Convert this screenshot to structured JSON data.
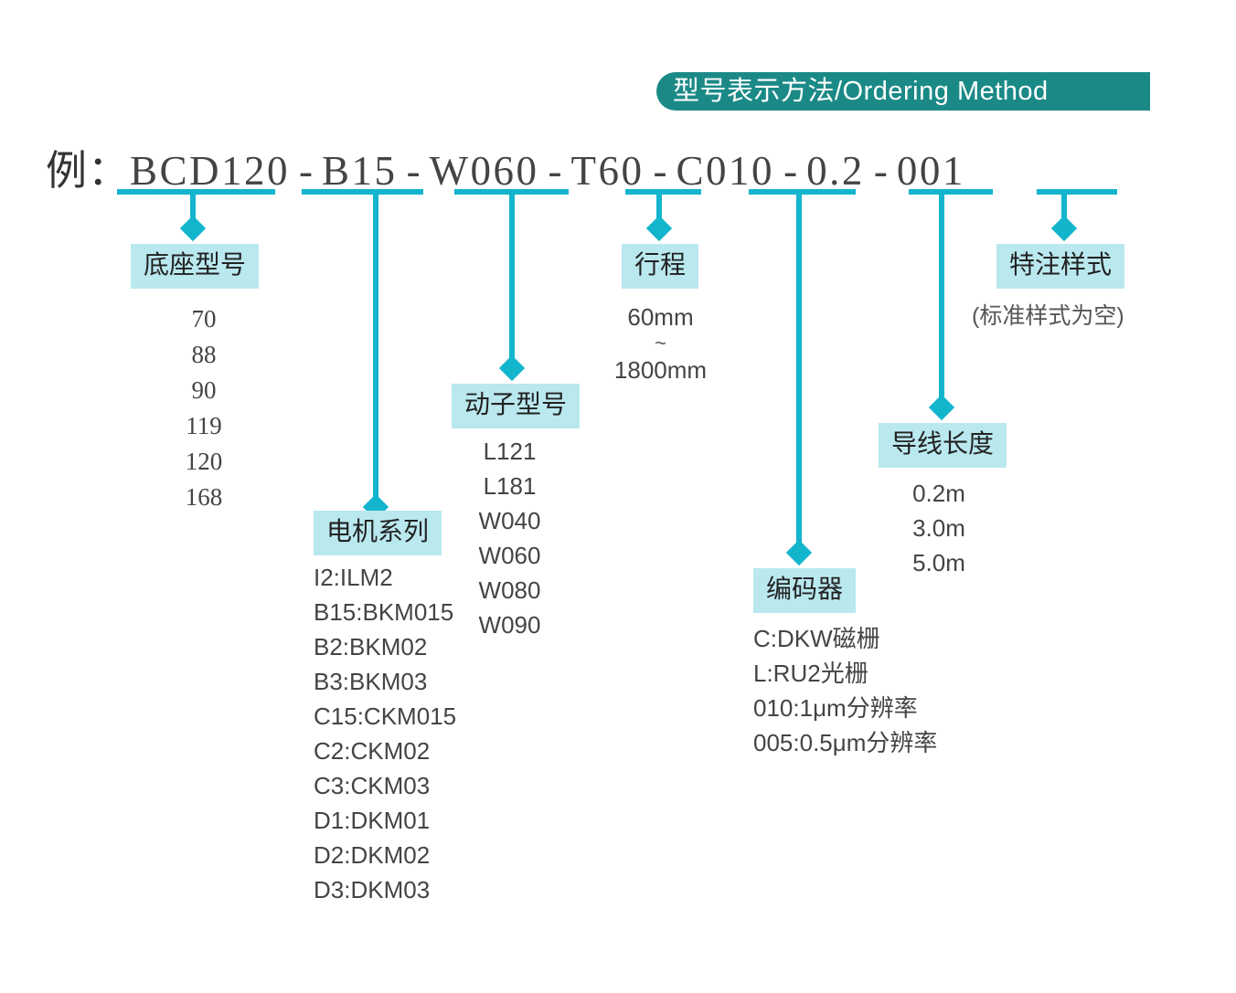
{
  "header": {
    "title": "型号表示方法/Ordering Method",
    "pill_color": "#1b8a87",
    "text_color": "#ffffff"
  },
  "theme": {
    "accent": "#12b5cc",
    "chip_bg": "#bae8ef",
    "text": "#444444"
  },
  "model_example": {
    "prefix": "例：",
    "separator": "-",
    "segments": [
      {
        "code": "BCD120",
        "field": "base-model"
      },
      {
        "code": "B15",
        "field": "motor-series"
      },
      {
        "code": "W060",
        "field": "mover-model"
      },
      {
        "code": "T60",
        "field": "stroke"
      },
      {
        "code": "C010",
        "field": "encoder"
      },
      {
        "code": "0.2",
        "field": "wire-length"
      },
      {
        "code": "001",
        "field": "special-style"
      }
    ]
  },
  "groups": {
    "base_model": {
      "label": "底座型号",
      "options": [
        "70",
        "88",
        "90",
        "119",
        "120",
        "168"
      ]
    },
    "motor_series": {
      "label": "电机系列",
      "options": [
        "I2:ILM2",
        "B15:BKM015",
        "B2:BKM02",
        "B3:BKM03",
        "C15:CKM015",
        "C2:CKM02",
        "C3:CKM03",
        "D1:DKM01",
        "D2:DKM02",
        "D3:DKM03"
      ]
    },
    "mover_model": {
      "label": "动子型号",
      "options": [
        "L121",
        "L181",
        "W040",
        "W060",
        "W080",
        "W090"
      ]
    },
    "stroke": {
      "label": "行程",
      "min": "60mm",
      "range_mark": "~",
      "max": "1800mm"
    },
    "encoder": {
      "label": "编码器",
      "options": [
        "C:DKW磁栅",
        "L:RU2光栅",
        "010:1μm分辨率",
        "005:0.5μm分辨率"
      ]
    },
    "wire_length": {
      "label": "导线长度",
      "options": [
        "0.2m",
        "3.0m",
        "5.0m"
      ]
    },
    "special_style": {
      "label": "特注样式",
      "note": "(标准样式为空)"
    }
  }
}
